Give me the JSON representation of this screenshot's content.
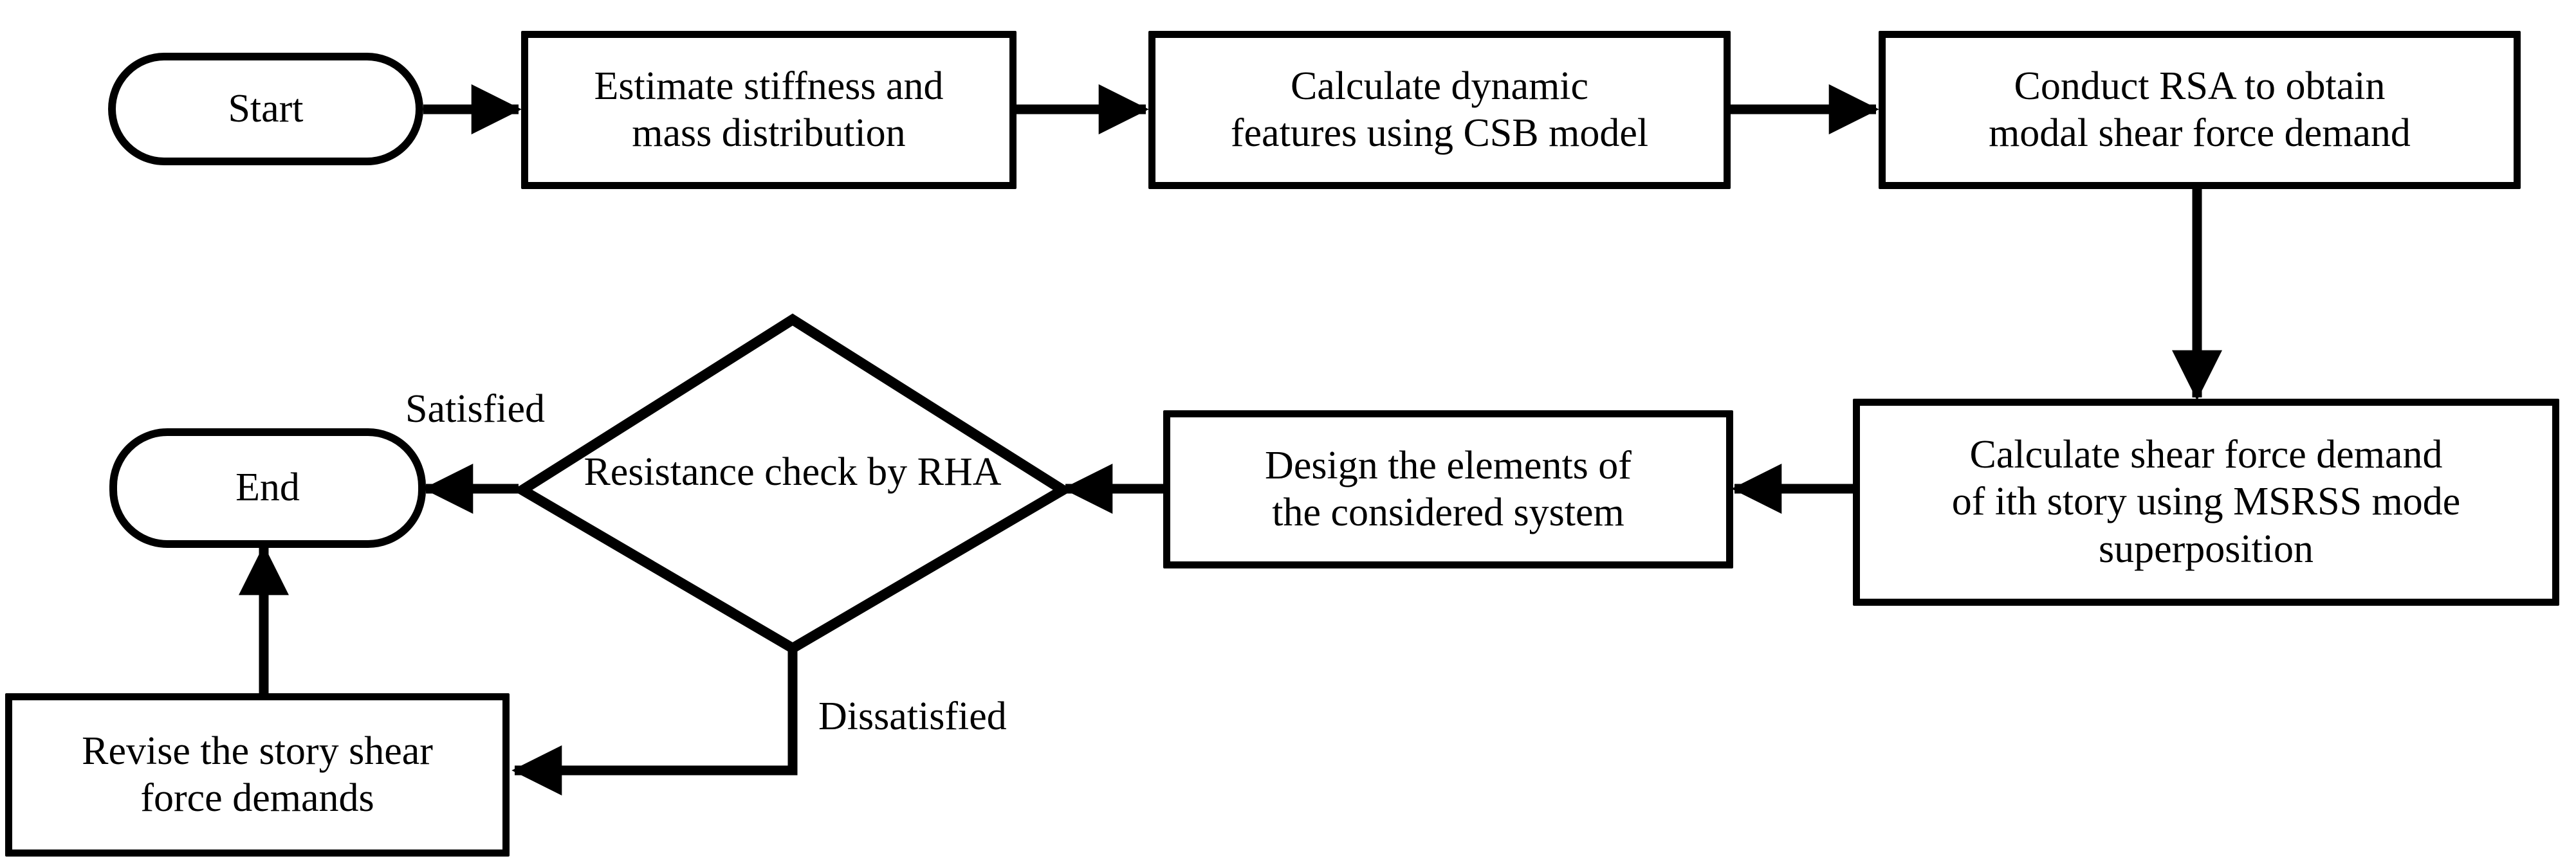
{
  "diagram": {
    "title": "Seismic design procedure flowchart",
    "stroke_color": "#000000",
    "background_color": "#ffffff",
    "nodes": {
      "start": {
        "label": "Start",
        "shape": "terminator"
      },
      "estimate": {
        "label": "Estimate stiffness and\nmass distribution",
        "shape": "process"
      },
      "dynamic": {
        "label": "Calculate dynamic\nfeatures using CSB model",
        "shape": "process"
      },
      "rsa": {
        "label": "Conduct RSA to obtain\nmodal shear force demand",
        "shape": "process"
      },
      "msrss": {
        "label": "Calculate shear force demand\nof ith story using MSRSS mode\nsuperposition",
        "shape": "process"
      },
      "design": {
        "label": "Design the elements of\nthe considered system",
        "shape": "process"
      },
      "check": {
        "label": "Resistance check\nby RHA",
        "shape": "decision"
      },
      "end": {
        "label": "End",
        "shape": "terminator"
      },
      "revise": {
        "label": "Revise the story shear\nforce demands",
        "shape": "process"
      }
    },
    "edge_labels": {
      "satisfied": "Satisfied",
      "dissatisfied": "Dissatisfied"
    },
    "flow": [
      "Start -> Estimate stiffness and mass distribution",
      "Estimate stiffness and mass distribution -> Calculate dynamic features using CSB model",
      "Calculate dynamic features using CSB model -> Conduct RSA to obtain modal shear force demand",
      "Conduct RSA to obtain modal shear force demand -> Calculate shear force demand of ith story using MSRSS mode superposition",
      "Calculate shear force demand of ith story using MSRSS mode superposition -> Design the elements of the considered system",
      "Design the elements of the considered system -> Resistance check by RHA",
      "Resistance check by RHA -Satisfied-> End",
      "Resistance check by RHA -Dissatisfied-> Revise the story shear force demands",
      "Revise the story shear force demands -> End"
    ]
  }
}
